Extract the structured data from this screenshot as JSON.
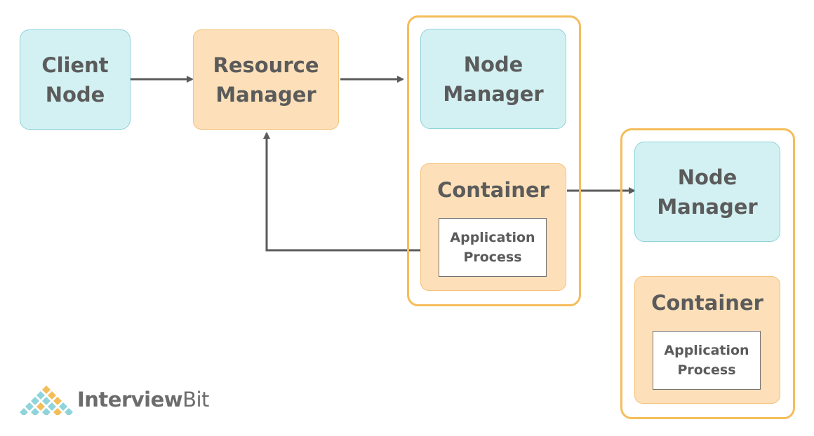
{
  "nodes": {
    "client_node": {
      "line1": "Client",
      "line2": "Node"
    },
    "resource_manager": {
      "line1": "Resource",
      "line2": "Manager"
    },
    "node_manager_1": {
      "line1": "Node",
      "line2": "Manager"
    },
    "container_1": {
      "label": "Container",
      "app_line1": "Application",
      "app_line2": "Process"
    },
    "node_manager_2": {
      "line1": "Node",
      "line2": "Manager"
    },
    "container_2": {
      "label": "Container",
      "app_line1": "Application",
      "app_line2": "Process"
    }
  },
  "logo": {
    "name_bold": "Interview",
    "name_regular": "Bit",
    "icon": "diamond-grid-icon"
  },
  "colors": {
    "teal_fill": "#d3f0f2",
    "teal_stroke": "#8fd4da",
    "peach_fill": "#fde0b9",
    "peach_stroke": "#f5c27a",
    "group_outline": "#f5bd5a",
    "arrow": "#5b5b5b",
    "text": "#5b5b5b"
  }
}
